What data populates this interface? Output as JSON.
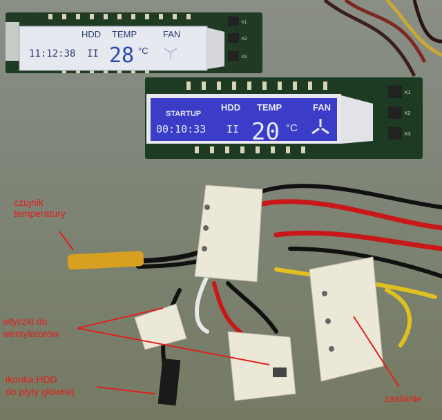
{
  "display_white": {
    "hdd_label": "HDD",
    "temp_label": "TEMP",
    "fan_label": "FAN",
    "time": "11:12:38",
    "hdd_indicator": "II",
    "temperature": "28",
    "unit": "°C",
    "buttons": [
      "K1",
      "K2",
      "K3"
    ]
  },
  "display_blue": {
    "startup_label": "STARTUP",
    "hdd_label": "HDD",
    "temp_label": "TEMP",
    "fan_label": "FAN",
    "time": "00:10:33",
    "hdd_indicator": "II",
    "temperature": "20",
    "unit": "°C",
    "buttons": [
      "K1",
      "K2",
      "K3"
    ]
  },
  "annotations": {
    "temp_sensor": [
      "czujnik",
      "temperatury"
    ],
    "fan_plugs": [
      "wtyczki do",
      "wentylatorów"
    ],
    "hdd_icon": [
      "ikonka HDD",
      "do płyty głównej"
    ],
    "power": "zasilanie"
  },
  "colors": {
    "annotation": "#e0201c",
    "lcd_blue": "#3b3cc8",
    "lcd_white": "#e6eaf0",
    "pcb": "#1d3a22"
  }
}
